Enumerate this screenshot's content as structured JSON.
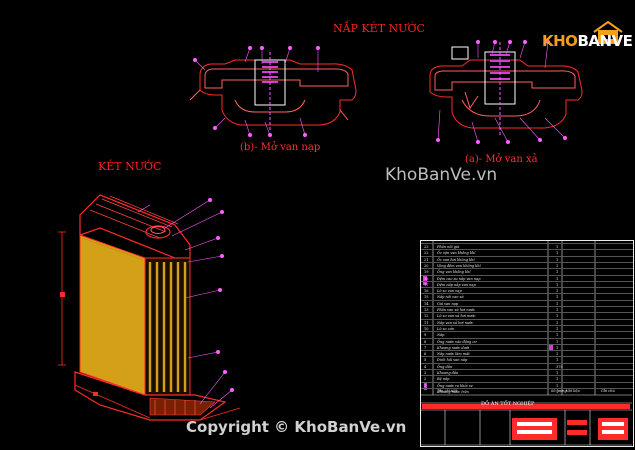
{
  "titles": {
    "cap_title": "NẮP KÉT NƯỚC",
    "radiator_title": "KÉT NƯỚC",
    "caption_b": "(b)- Mở van nạp",
    "caption_a": "(a)- Mở van xả"
  },
  "watermarks": {
    "site": "KhoBanVe.vn",
    "copyright": "Copyright © KhoBanVe.vn",
    "logo_k": "KHO",
    "logo_b": "BANVE"
  },
  "title_block": {
    "rows": [
      {
        "num": "23",
        "label": "Phần nối giá",
        "qty": "1"
      },
      {
        "num": "22",
        "label": "Ốc vặn van không khí",
        "qty": "1"
      },
      {
        "num": "21",
        "label": "Ốc van hơi không khí",
        "qty": "1"
      },
      {
        "num": "20",
        "label": "Vòng đệm van không khí",
        "qty": "1"
      },
      {
        "num": "19",
        "label": "Ống van không khí",
        "qty": "1"
      },
      {
        "num": "18",
        "label": "Đệm cao su nắp van nạp",
        "qty": "1"
      },
      {
        "num": "17",
        "label": "Đệm nắp nắp van nạp",
        "qty": "1"
      },
      {
        "num": "16",
        "label": "Lò xo van nạp",
        "qty": "1"
      },
      {
        "num": "15",
        "label": "Nắp nối van xả",
        "qty": "1"
      },
      {
        "num": "14",
        "label": "Giá van nạp",
        "qty": "1"
      },
      {
        "num": "13",
        "label": "Phần van xả hơi nước",
        "qty": "1"
      },
      {
        "num": "12",
        "label": "Lò xo van xả hơi nước",
        "qty": "1"
      },
      {
        "num": "11",
        "label": "Nắp van xả hơi nước",
        "qty": "1"
      },
      {
        "num": "10",
        "label": "Lò xo cản",
        "qty": "1"
      },
      {
        "num": "9",
        "label": "Nắp",
        "qty": "1"
      },
      {
        "num": "8",
        "label": "Ống nước vào động cơ",
        "qty": "1"
      },
      {
        "num": "7",
        "label": "Khoang nước dưới",
        "qty": "1"
      },
      {
        "num": "6",
        "label": "Nắp nước làm mát",
        "qty": "1"
      },
      {
        "num": "5",
        "label": "Đinh hồi van nắp",
        "qty": "1"
      },
      {
        "num": "4",
        "label": "Ống dẫn",
        "qty": "370"
      },
      {
        "num": "3",
        "label": "Khoang dẫn",
        "qty": "1"
      },
      {
        "num": "2",
        "label": "Bệ nắp",
        "qty": "1"
      },
      {
        "num": "1",
        "label": "Ống nước ra khỏi xe",
        "qty": "1"
      },
      {
        "num": "",
        "label": "Khoang nước trên",
        "qty": "1"
      }
    ],
    "foot_left": "Tên chi tiết",
    "foot_mid": "Số lượng",
    "foot_right": "Vật liệu",
    "foot_note": "Ghi chú",
    "project_label": "ĐỒ ÁN TỐT NGHIỆP"
  },
  "colors": {
    "background": "#000000",
    "outline": "#ff2a2a",
    "fill_core": "#d4a017",
    "purple": "#d040d0",
    "leader": "#ff60ff",
    "white": "#e8e8e8"
  }
}
